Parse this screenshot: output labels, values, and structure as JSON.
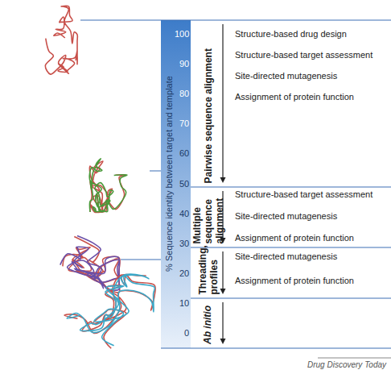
{
  "diagram": {
    "caption": "Drug Discovery Today",
    "nodes": [
      {
        "text": [
          "Pairwise sequence alignment",
          "Structure-based drug design",
          "Structure-based target assessment",
          "Site-directed mutagenesis",
          "Assignment of protein function"
        ]
      },
      {
        "text": [
          "Multiple sequence alignment",
          "Structure-based target assessment",
          "Site-directed mutagenesis",
          "Assignment of protein function"
        ]
      },
      {
        "text": [
          "Threading, profiles",
          "Site-directed mutagenesis",
          "Assignment of protein function"
        ]
      },
      {
        "text": [
          "Ab initio"
        ]
      }
    ],
    "labels": [
      "% Sequence identity between target and template",
      "100",
      "90",
      "80",
      "70",
      "60",
      "50",
      "40",
      "30",
      "20",
      "10",
      "0"
    ]
  }
}
